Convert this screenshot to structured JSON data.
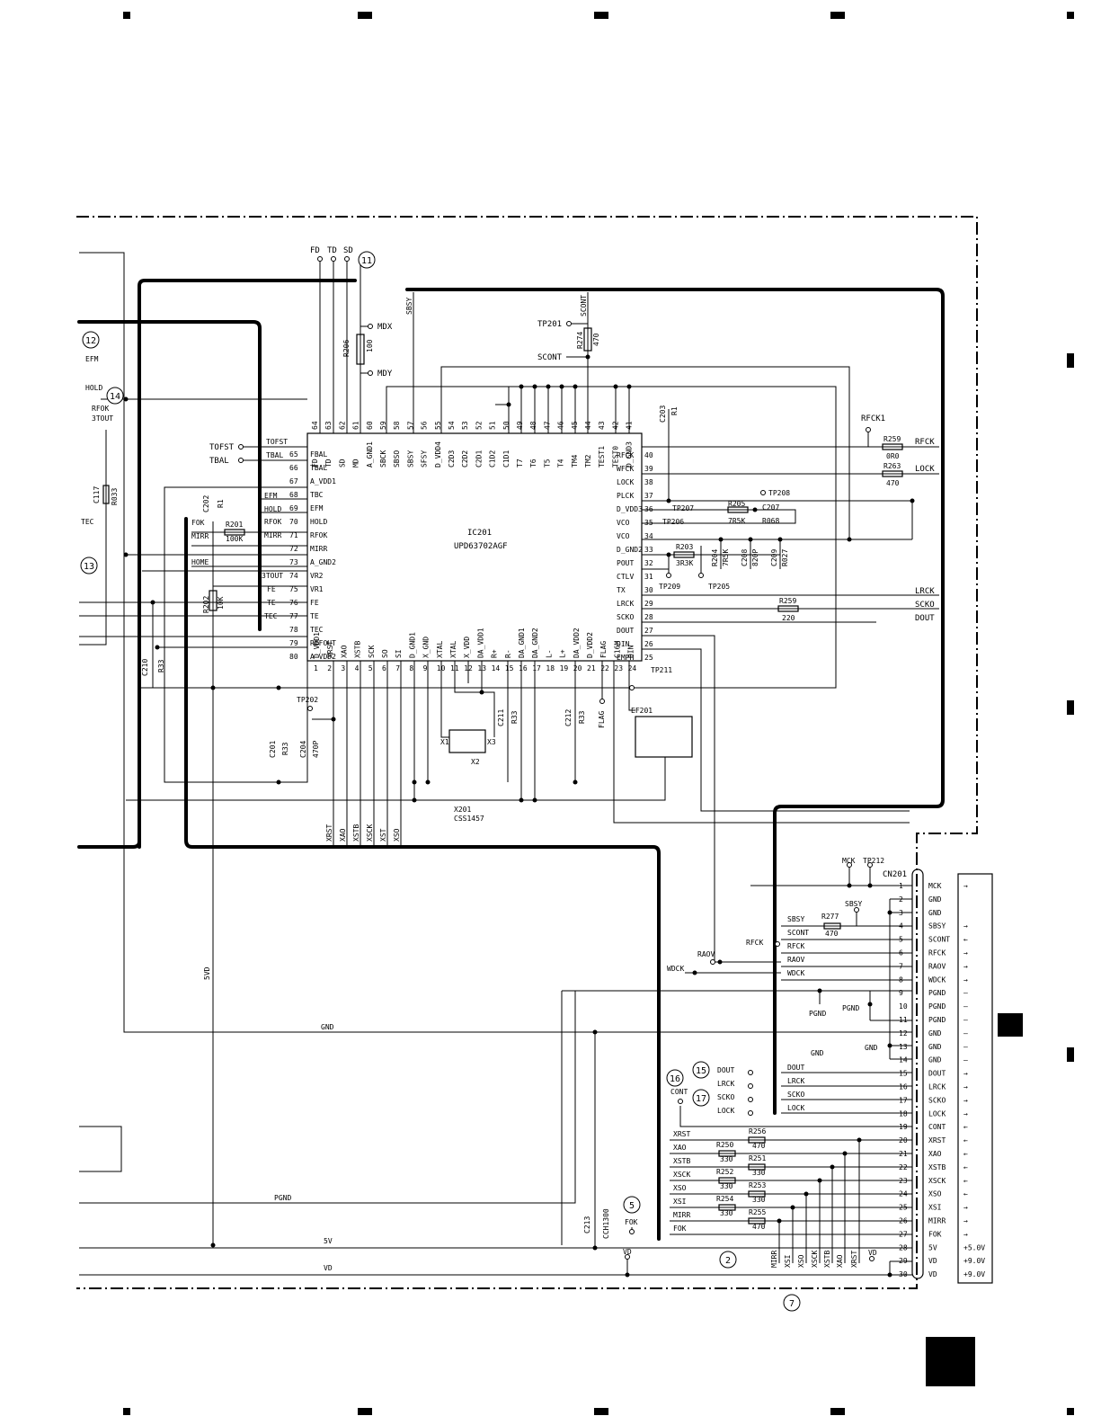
{
  "ic": {
    "ref": "IC201",
    "part": "UPD63702AGF",
    "pins_left": [
      {
        "num": "65",
        "name": "FBAL"
      },
      {
        "num": "66",
        "name": "TBAL"
      },
      {
        "num": "67",
        "name": "A_VDD1"
      },
      {
        "num": "68",
        "name": "TBC"
      },
      {
        "num": "69",
        "name": "EFM"
      },
      {
        "num": "70",
        "name": "HOLD"
      },
      {
        "num": "71",
        "name": "RFOK"
      },
      {
        "num": "72",
        "name": "MIRR"
      },
      {
        "num": "73",
        "name": "A_GND2"
      },
      {
        "num": "74",
        "name": "VR2"
      },
      {
        "num": "75",
        "name": "VR1"
      },
      {
        "num": "76",
        "name": "FE"
      },
      {
        "num": "77",
        "name": "TE"
      },
      {
        "num": "78",
        "name": "TEC"
      },
      {
        "num": "79",
        "name": "REFOUT"
      },
      {
        "num": "80",
        "name": "A_VDD2"
      }
    ],
    "pins_right": [
      {
        "num": "40",
        "name": "RFCK"
      },
      {
        "num": "39",
        "name": "WFCK"
      },
      {
        "num": "38",
        "name": "LOCK"
      },
      {
        "num": "37",
        "name": "PLCK"
      },
      {
        "num": "36",
        "name": "D_VDD3"
      },
      {
        "num": "35",
        "name": "VCO"
      },
      {
        "num": "34",
        "name": "VCO"
      },
      {
        "num": "33",
        "name": "D_GND2"
      },
      {
        "num": "32",
        "name": "POUT"
      },
      {
        "num": "31",
        "name": "CTLV"
      },
      {
        "num": "30",
        "name": "TX"
      },
      {
        "num": "29",
        "name": "LRCK"
      },
      {
        "num": "28",
        "name": "SCKO"
      },
      {
        "num": "27",
        "name": "DOUT"
      },
      {
        "num": "26",
        "name": "DIN"
      },
      {
        "num": "25",
        "name": "EMPH"
      }
    ],
    "pins_top": [
      {
        "num": "64",
        "name": "FD"
      },
      {
        "num": "63",
        "name": "TD"
      },
      {
        "num": "62",
        "name": "SD"
      },
      {
        "num": "61",
        "name": "MD"
      },
      {
        "num": "60",
        "name": "A_GND1"
      },
      {
        "num": "59",
        "name": "SBCK"
      },
      {
        "num": "58",
        "name": "SBSO"
      },
      {
        "num": "57",
        "name": "SBSY"
      },
      {
        "num": "56",
        "name": "SFSY"
      },
      {
        "num": "55",
        "name": "D_VDD4"
      },
      {
        "num": "54",
        "name": "C2D3"
      },
      {
        "num": "53",
        "name": "C2D2"
      },
      {
        "num": "52",
        "name": "C2D1"
      },
      {
        "num": "51",
        "name": "C1D2"
      },
      {
        "num": "50",
        "name": "C1D1"
      },
      {
        "num": "49",
        "name": "T7"
      },
      {
        "num": "48",
        "name": "T6"
      },
      {
        "num": "47",
        "name": "T5"
      },
      {
        "num": "46",
        "name": "T4"
      },
      {
        "num": "45",
        "name": "TM4"
      },
      {
        "num": "44",
        "name": "TM2"
      },
      {
        "num": "43",
        "name": "TEST1"
      },
      {
        "num": "42",
        "name": "TEST0"
      },
      {
        "num": "41",
        "name": "D_GND3"
      }
    ],
    "pins_bottom": [
      {
        "num": "1",
        "name": "D_VDD1"
      },
      {
        "num": "2",
        "name": "XRST"
      },
      {
        "num": "3",
        "name": "XAO"
      },
      {
        "num": "4",
        "name": "XSTB"
      },
      {
        "num": "5",
        "name": "SCK"
      },
      {
        "num": "6",
        "name": "SO"
      },
      {
        "num": "7",
        "name": "SI"
      },
      {
        "num": "8",
        "name": "D_GND1"
      },
      {
        "num": "9",
        "name": "X_GND"
      },
      {
        "num": "10",
        "name": "XTAL"
      },
      {
        "num": "11",
        "name": "XTAL"
      },
      {
        "num": "12",
        "name": "X_VDD"
      },
      {
        "num": "13",
        "name": "DA_VDD1"
      },
      {
        "num": "14",
        "name": "R+"
      },
      {
        "num": "15",
        "name": "R-"
      },
      {
        "num": "16",
        "name": "DA_GND1"
      },
      {
        "num": "17",
        "name": "DA_GND2"
      },
      {
        "num": "18",
        "name": "L-"
      },
      {
        "num": "19",
        "name": "L+"
      },
      {
        "num": "20",
        "name": "DA_VDD2"
      },
      {
        "num": "21",
        "name": "D_VDD2"
      },
      {
        "num": "22",
        "name": "FLAG"
      },
      {
        "num": "23",
        "name": "C16M"
      },
      {
        "num": "24",
        "name": "DIN"
      }
    ]
  },
  "connector": {
    "ref": "CN201",
    "pins": [
      {
        "num": "1",
        "name": "MCK",
        "dir": "→"
      },
      {
        "num": "2",
        "name": "GND",
        "dir": ""
      },
      {
        "num": "3",
        "name": "GND",
        "dir": ""
      },
      {
        "num": "4",
        "name": "SBSY",
        "dir": "→"
      },
      {
        "num": "5",
        "name": "SCONT",
        "dir": "←"
      },
      {
        "num": "6",
        "name": "RFCK",
        "dir": "→"
      },
      {
        "num": "7",
        "name": "RAOV",
        "dir": "→"
      },
      {
        "num": "8",
        "name": "WDCK",
        "dir": "→"
      },
      {
        "num": "9",
        "name": "PGND",
        "dir": "—"
      },
      {
        "num": "10",
        "name": "PGND",
        "dir": "—"
      },
      {
        "num": "11",
        "name": "PGND",
        "dir": "—"
      },
      {
        "num": "12",
        "name": "GND",
        "dir": "—"
      },
      {
        "num": "13",
        "name": "GND",
        "dir": "—"
      },
      {
        "num": "14",
        "name": "GND",
        "dir": "—"
      },
      {
        "num": "15",
        "name": "DOUT",
        "dir": "→"
      },
      {
        "num": "16",
        "name": "LRCK",
        "dir": "→"
      },
      {
        "num": "17",
        "name": "SCKO",
        "dir": "→"
      },
      {
        "num": "18",
        "name": "LOCK",
        "dir": "→"
      },
      {
        "num": "19",
        "name": "CONT",
        "dir": "←"
      },
      {
        "num": "20",
        "name": "XRST",
        "dir": "←"
      },
      {
        "num": "21",
        "name": "XAO",
        "dir": "←"
      },
      {
        "num": "22",
        "name": "XSTB",
        "dir": "←"
      },
      {
        "num": "23",
        "name": "XSCK",
        "dir": "←"
      },
      {
        "num": "24",
        "name": "XSO",
        "dir": "←"
      },
      {
        "num": "25",
        "name": "XSI",
        "dir": "→"
      },
      {
        "num": "26",
        "name": "MIRR",
        "dir": "→"
      },
      {
        "num": "27",
        "name": "FOK",
        "dir": "→"
      },
      {
        "num": "28",
        "name": "5V",
        "dir": "+5.0V"
      },
      {
        "num": "29",
        "name": "VD",
        "dir": "+9.0V"
      },
      {
        "num": "30",
        "name": "VD",
        "dir": "+9.0V"
      }
    ]
  },
  "labels": {
    "fd": "FD",
    "td": "TD",
    "sd": "SD",
    "mdx": "MDX",
    "mdy": "MDY",
    "r206": "R206",
    "r206v": "100",
    "sbsy": "SBSY",
    "sccont": "SCONT",
    "tp201": "TP201",
    "r274": "R274",
    "r274v": "470",
    "scont2": "SCONT",
    "c203": "C203",
    "c203v": "R1",
    "rfck1": "RFCK1",
    "r259": "R259",
    "r259v": "0R0",
    "rfck_out": "RFCK",
    "r263": "R263",
    "r263v": "470",
    "lock_out": "LOCK",
    "tp208": "TP208",
    "tp207": "TP207",
    "tp206": "TP206",
    "r205": "R205",
    "r205v": "7R5K",
    "c207": "C207",
    "c207v": "R068",
    "r203": "R203",
    "r203v": "3R3K",
    "r204": "R204",
    "r204v": "7R5K",
    "c208": "C208",
    "c208v": "820P",
    "c209": "C209",
    "c209v": "R027",
    "tp209": "TP209",
    "tp205": "TP205",
    "lrck_out": "LRCK",
    "scko_out": "SCKO",
    "dout_out": "DOUT",
    "r258": "R259",
    "r258v": "220",
    "tp211": "TP211",
    "ef201": "EF201",
    "efm": "EFM",
    "hold": "HOLD",
    "rfok": "RFOK",
    "tout": "3TOUT",
    "tec": "TEC",
    "c117": "C117",
    "c117v": "R033",
    "tofst": "TOFST",
    "tbal": "TBAL",
    "tofst2": "TOFST",
    "tbal2": "TBAL",
    "efm2": "EFM",
    "hold2": "HOLD",
    "rfok2": "RFOK",
    "mirr2": "MIRR",
    "tout2": "3TOUT",
    "fe2": "FE",
    "te2": "TE",
    "tec2": "TEC",
    "fok": "FOK",
    "mirr": "MIRR",
    "home": "HOME",
    "r201": "R201",
    "r201v": "100K",
    "c202": "C202",
    "c202v": "R1",
    "r202": "R202",
    "r202v": "10K",
    "c210": "C210",
    "c210v": "R33",
    "tp202": "TP202",
    "c201": "C201",
    "c201v": "R33",
    "c204": "C204",
    "c204v": "470P",
    "x1": "X1",
    "x2": "X2",
    "x3": "X3",
    "c211": "C211",
    "c211v": "R33",
    "c212": "C212",
    "c212v": "R33",
    "flag": "FLAG",
    "x201": "X201",
    "x201v": "CSS1457",
    "xrst": "XRST",
    "xao": "XAO",
    "xstb": "XSTB",
    "xsck": "XSCK",
    "xst": "XST",
    "xso": "XSO",
    "mck": "MCK",
    "tp212": "TP212",
    "sbsy2": "SBSY",
    "sbsy3": "SBSY",
    "r277": "R277",
    "r277v": "470",
    "scont3": "SCONT",
    "rfck2": "RFCK",
    "rfck3": "RFCK",
    "raov": "RAOV",
    "raov2": "RAOV",
    "wdck": "WDCK",
    "wdck2": "WDCK",
    "pgnd": "PGND",
    "pgnd2": "PGND",
    "gnd_sym": "GND",
    "gnd_sym2": "GND",
    "dout2": "DOUT",
    "lrck2": "LRCK",
    "scko2": "SCKO",
    "lock2": "LOCK",
    "dout3": "DOUT",
    "lrck3": "LRCK",
    "scko3": "SCKO",
    "lock3": "LOCK",
    "cont": "CONT",
    "xrst2": "XRST",
    "xao2": "XAO",
    "xstb2": "XSTB",
    "xsck2": "XSCK",
    "xso2": "XSO",
    "xsi2": "XSI",
    "mirr3": "MIRR",
    "fok2": "FOK",
    "r256": "R256",
    "r256v": "470",
    "r250": "R250",
    "r250v": "330",
    "r251": "R251",
    "r251v": "330",
    "r252": "R252",
    "r252v": "330",
    "r253": "R253",
    "r253v": "330",
    "r254": "R254",
    "r254v": "330",
    "r255": "R255",
    "r255v": "470",
    "fok3": "FOK",
    "c213": "C213",
    "c213v": "CCH1300",
    "vd": "VD",
    "vd2": "VD",
    "v5d": "5VD",
    "gnd_net": "GND",
    "pgnd_net": "PGND",
    "v5_net": "5V",
    "vd_net": "VD",
    "b_mirr": "MIRR",
    "b_xsi": "XSI",
    "b_xso": "XSO",
    "b_xsck": "XSCK",
    "b_xstb": "XSTB",
    "b_xao": "XAO",
    "b_xrst": "XRST"
  },
  "markers": {
    "m2": "2",
    "m5": "5",
    "m7": "7",
    "m11": "11",
    "m12": "12",
    "m13": "13",
    "m14": "14",
    "m15": "15",
    "m16": "16",
    "m17": "17"
  }
}
